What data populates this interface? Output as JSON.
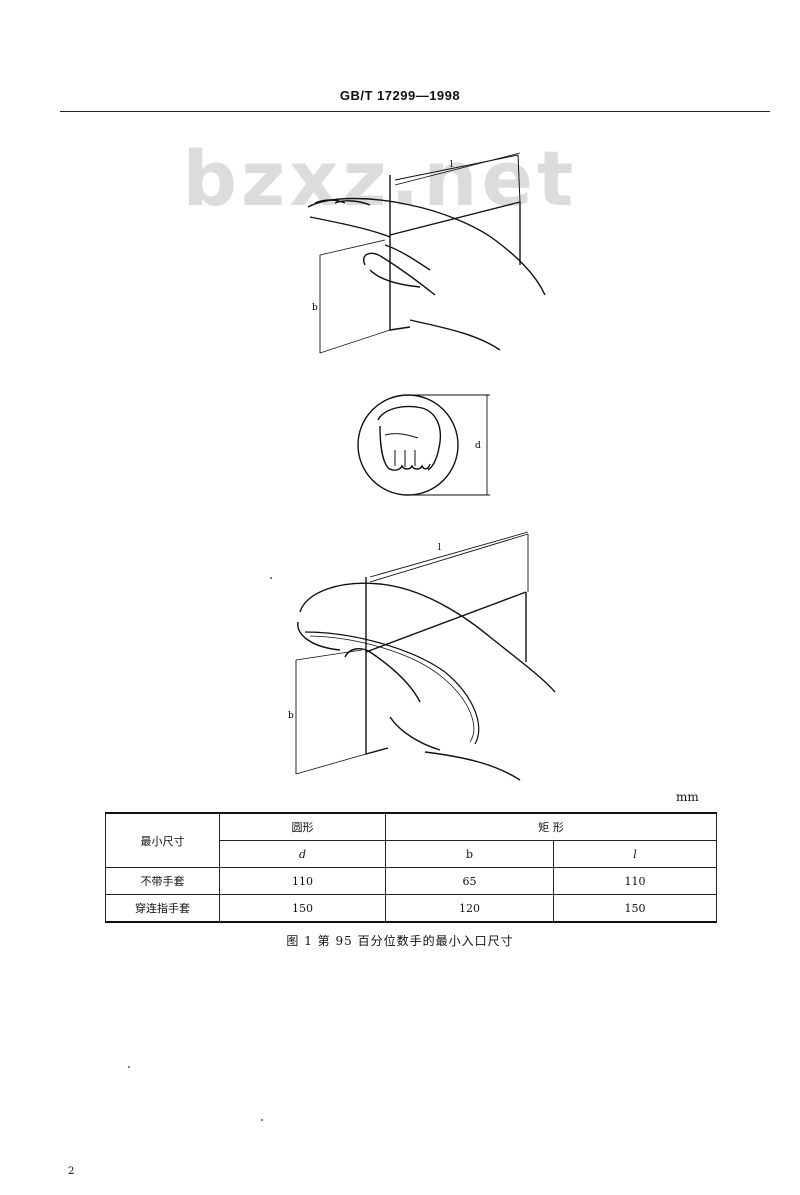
{
  "header": {
    "standard_no": "GB/T 17299—1998"
  },
  "watermark": "bzxz.net",
  "figure": {
    "labels": {
      "l": "l",
      "b": "b",
      "d": "d"
    }
  },
  "unit": "mm",
  "table": {
    "header_row1": {
      "min_size": "最小尺寸",
      "circle": "圆形",
      "rect": "矩 形"
    },
    "header_row2": {
      "d": "d",
      "b": "b",
      "l": "l"
    },
    "rows": [
      {
        "label": "不带手套",
        "d": "110",
        "b": "65",
        "l": "110"
      },
      {
        "label": "穿连指手套",
        "d": "150",
        "b": "120",
        "l": "150"
      }
    ]
  },
  "caption": "图 1  第 95 百分位数手的最小入口尺寸",
  "page_number": "2"
}
